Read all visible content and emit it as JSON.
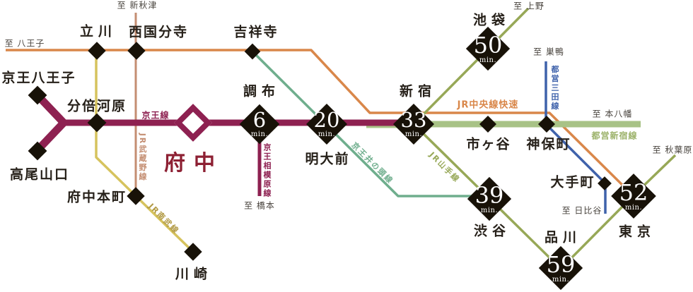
{
  "map": {
    "home": {
      "name": "府中"
    },
    "badges": [
      {
        "id": "chofu",
        "name": "調布",
        "minutes": "6",
        "unit": "min."
      },
      {
        "id": "meidaimae",
        "name": "明大前",
        "minutes": "20",
        "unit": "min."
      },
      {
        "id": "shinjuku",
        "name": "新宿",
        "minutes": "33",
        "unit": "min."
      },
      {
        "id": "ikebukuro",
        "name": "池袋",
        "minutes": "50",
        "unit": "min."
      },
      {
        "id": "shibuya",
        "name": "渋谷",
        "minutes": "39",
        "unit": "min."
      },
      {
        "id": "tokyo",
        "name": "東京",
        "minutes": "52",
        "unit": "min."
      },
      {
        "id": "shinagawa",
        "name": "品川",
        "minutes": "59",
        "unit": "min."
      }
    ],
    "stations": [
      {
        "id": "tachikawa",
        "name": "立川"
      },
      {
        "id": "nishi-kokubunji",
        "name": "西国分寺"
      },
      {
        "id": "kichijoji",
        "name": "吉祥寺"
      },
      {
        "id": "keio-hachioji",
        "name": "京王八王子"
      },
      {
        "id": "bubaigawara",
        "name": "分倍河原"
      },
      {
        "id": "takaosanguchi",
        "name": "高尾山口"
      },
      {
        "id": "fuchu-hommachi",
        "name": "府中本町"
      },
      {
        "id": "kawasaki",
        "name": "川崎"
      },
      {
        "id": "ichigaya",
        "name": "市ヶ谷"
      },
      {
        "id": "jimbocho",
        "name": "神保町"
      },
      {
        "id": "otemachi",
        "name": "大手町"
      }
    ],
    "destinations": [
      {
        "id": "to-hachioji",
        "label": "至 八王子"
      },
      {
        "id": "to-shin-akitsu",
        "label": "至 新秋津"
      },
      {
        "id": "to-ueno",
        "label": "至 上野"
      },
      {
        "id": "to-sugamo",
        "label": "至 巣鴨"
      },
      {
        "id": "to-motoyawata",
        "label": "至 本八幡"
      },
      {
        "id": "to-akihabara",
        "label": "至 秋葉原"
      },
      {
        "id": "to-hibiya",
        "label": "至 日比谷"
      },
      {
        "id": "to-hashimoto",
        "label": "至 橋本"
      }
    ],
    "line_labels": [
      {
        "id": "keio",
        "label": "京王線"
      },
      {
        "id": "keio-sagamihara",
        "label": "京王相模原線"
      },
      {
        "id": "keio-inokashira",
        "label": "京王井の頭線"
      },
      {
        "id": "jr-chuo-rapid",
        "label": "JR中央線快速"
      },
      {
        "id": "jr-yamanote",
        "label": "JR山手線"
      },
      {
        "id": "jr-musashino",
        "label": "JR武蔵野線"
      },
      {
        "id": "jr-nambu",
        "label": "JR南武線"
      },
      {
        "id": "toei-mita",
        "label": "都営三田線"
      },
      {
        "id": "toei-shinjuku",
        "label": "都営新宿線"
      }
    ]
  },
  "colors": {
    "keio": "#8e2151",
    "jr_chuo": "#d9874a",
    "jr_nambu": "#d6c35e",
    "jr_nambu_label": "#b29a45",
    "jr_musashino": "#c48e72",
    "keio_inokashira": "#6fae8d",
    "jr_yamanote": "#97a857",
    "toei_shinjuku": "#a8c286",
    "toei_shinjuku_label": "#9cb26a",
    "toei_mita": "#3f62ab",
    "marker": "#181208",
    "station_text": "#262019",
    "to_text": "#49443e",
    "fuchu_text": "#8d2033",
    "badge_text": "#ffffff"
  }
}
